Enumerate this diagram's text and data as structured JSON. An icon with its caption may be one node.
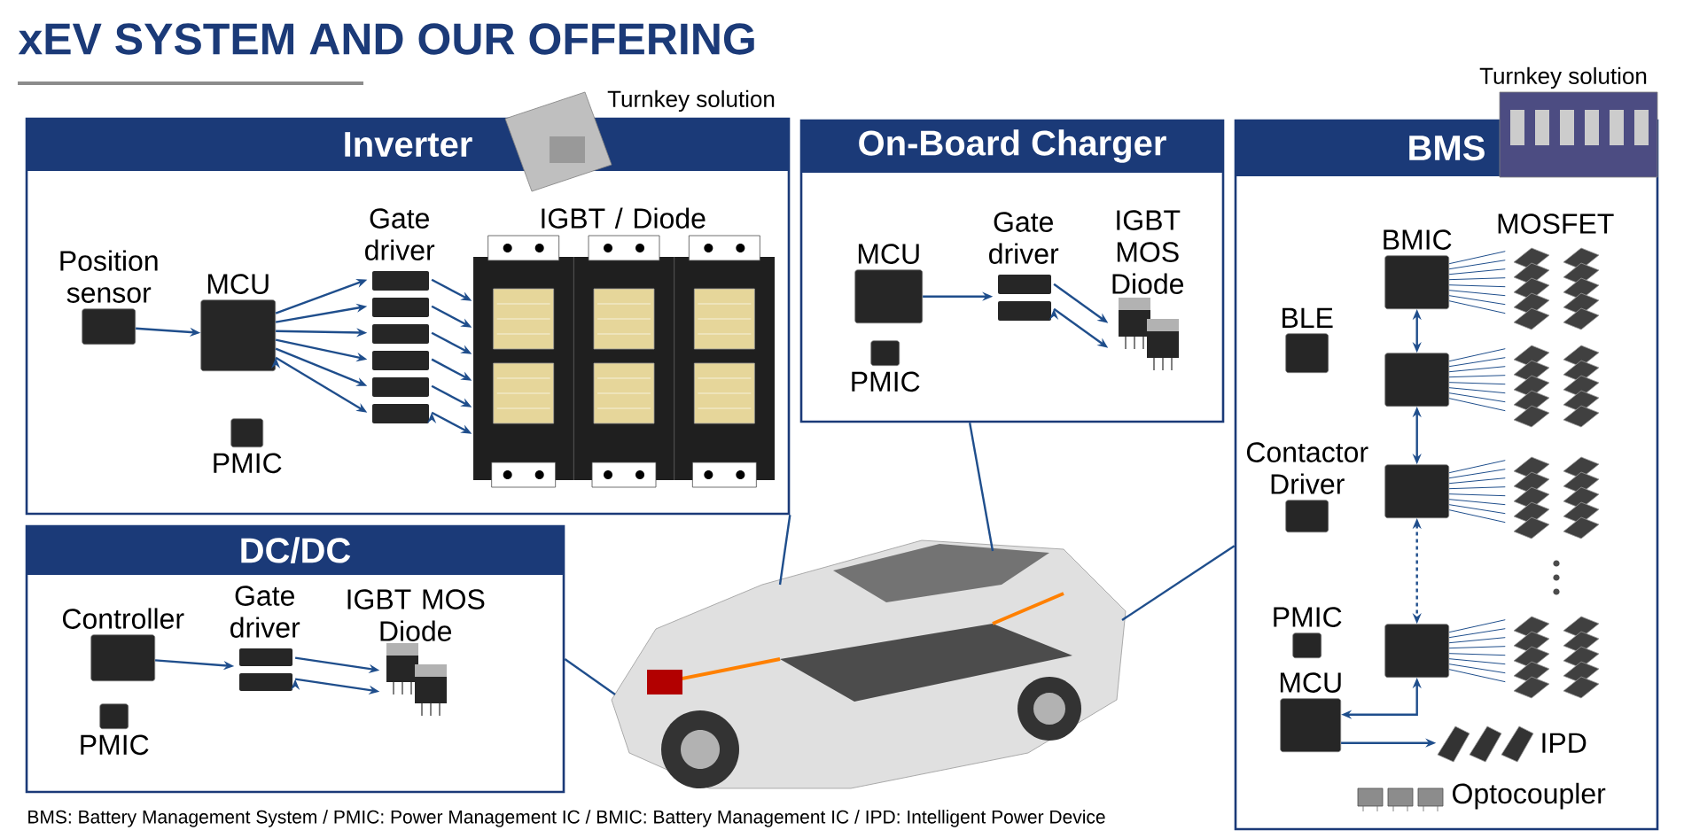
{
  "diagram": {
    "title": "xEV SYSTEM AND OUR OFFERING",
    "caption": "BMS: Battery Management System / PMIC: Power Management IC / BMIC: Battery Management IC / IPD: Intelligent Power Device",
    "nodes": [
      {
        "text": [
          "Inverter"
        ],
        "beside": [
          "Turnkey solution"
        ]
      },
      {
        "text": [
          "Position sensor"
        ],
        "in": 0
      },
      {
        "text": [
          "MCU"
        ],
        "in": 0
      },
      {
        "text": [
          "Gate driver"
        ],
        "in": 0
      },
      {
        "text": [
          "IGBT / Diode"
        ],
        "in": 0
      },
      {
        "text": [
          "PMIC"
        ],
        "in": 0
      },
      {
        "text": [
          "On-Board Charger"
        ]
      },
      {
        "text": [
          "MCU"
        ],
        "in": 6
      },
      {
        "text": [
          "Gate driver"
        ],
        "in": 6
      },
      {
        "text": [
          "IGBT MOS Diode"
        ],
        "in": 6
      },
      {
        "text": [
          "PMIC"
        ],
        "in": 6
      },
      {
        "text": [
          "BMS"
        ],
        "beside": [
          "Turnkey solution"
        ]
      },
      {
        "text": [
          "BMIC"
        ],
        "in": 11
      },
      {
        "text": [],
        "shape": "box",
        "in": 11
      },
      {
        "text": [],
        "shape": "box",
        "in": 11
      },
      {
        "text": [],
        "shape": "box",
        "in": 11
      },
      {
        "text": [
          "MOSFET"
        ],
        "in": 11
      },
      {
        "text": [],
        "shape": "picture",
        "in": 11
      },
      {
        "text": [],
        "shape": "picture",
        "in": 11
      },
      {
        "text": [],
        "shape": "picture",
        "in": 11
      },
      {
        "text": [
          "BLE"
        ],
        "in": 11
      },
      {
        "text": [
          "Contactor Driver"
        ],
        "in": 11
      },
      {
        "text": [
          "PMIC"
        ],
        "in": 11
      },
      {
        "text": [
          "MCU"
        ],
        "in": 11
      },
      {
        "text": [
          "IPD"
        ],
        "in": 11
      },
      {
        "text": [
          "Optocoupler"
        ],
        "in": 11
      },
      {
        "text": [
          "DC/DC"
        ]
      },
      {
        "text": [
          "Controller"
        ],
        "in": 26
      },
      {
        "text": [
          "Gate driver"
        ],
        "in": 26
      },
      {
        "text": [
          "IGBT MOS Diode"
        ],
        "in": 26
      },
      {
        "text": [
          "PMIC"
        ],
        "in": 26
      },
      {
        "text": [],
        "shape": "picture"
      }
    ],
    "edges": [
      {
        "from": 1,
        "to": 2,
        "arrow": "to"
      },
      {
        "from": 2,
        "to": 3,
        "arrow": "to"
      },
      {
        "from": 3,
        "to": 4,
        "arrow": "to"
      },
      {
        "from": 7,
        "to": 8,
        "arrow": "to"
      },
      {
        "from": 8,
        "to": 9,
        "arrow": "to"
      },
      {
        "from": 12,
        "to": 13,
        "arrow": "both"
      },
      {
        "from": 13,
        "to": 14,
        "arrow": "both"
      },
      {
        "from": 14,
        "to": 15,
        "arrow": "both",
        "style": "dashed"
      },
      {
        "from": 23,
        "to": 15,
        "arrow": "both"
      },
      {
        "from": 23,
        "to": 24,
        "arrow": "to"
      },
      {
        "from": 12,
        "to": 16,
        "arrow": "none"
      },
      {
        "from": 13,
        "to": 17,
        "arrow": "none"
      },
      {
        "from": 14,
        "to": 18,
        "arrow": "none"
      },
      {
        "from": 15,
        "to": 19,
        "arrow": "none"
      },
      {
        "from": 27,
        "to": 28,
        "arrow": "to"
      },
      {
        "from": 28,
        "to": 29,
        "arrow": "to"
      },
      {
        "from": 0,
        "to": 31,
        "arrow": "none"
      },
      {
        "from": 6,
        "to": 31,
        "arrow": "none"
      },
      {
        "from": 11,
        "to": 31,
        "arrow": "none"
      },
      {
        "from": 26,
        "to": 31,
        "arrow": "none"
      }
    ]
  }
}
